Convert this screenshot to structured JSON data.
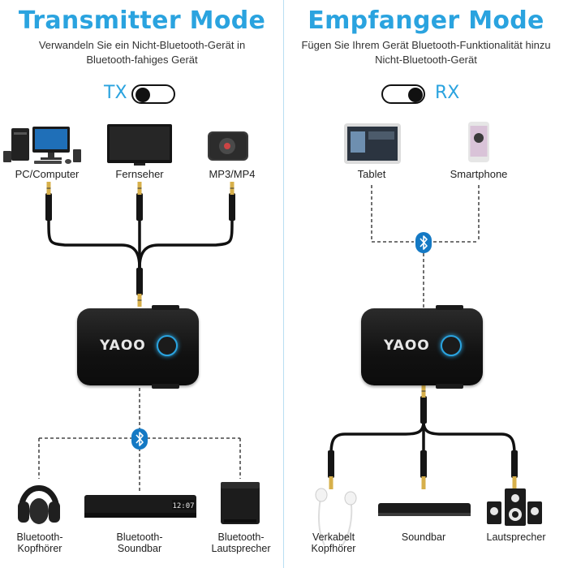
{
  "left": {
    "title": "Transmitter Mode",
    "subtitle": "Verwandeln Sie ein Nicht-Bluetooth-Gerät in Bluetooth-fahiges Gerät",
    "toggle_label": "TX",
    "sources": [
      "PC/Computer",
      "Fernseher",
      "MP3/MP4"
    ],
    "device_logo": "YAOO",
    "outputs": [
      "Bluetooth-\nKopfhörer",
      "Bluetooth-\nSoundbar",
      "Bluetooth-\nLautsprecher"
    ],
    "soundbar_display": "12:07"
  },
  "right": {
    "title": "Empfanger Mode",
    "subtitle": "Fügen Sie Ihrem Gerät Bluetooth-Funktionalität hinzu Nicht-Bluetooth-Gerät",
    "toggle_label": "RX",
    "sources": [
      "Tablet",
      "Smartphone"
    ],
    "device_logo": "YAOO",
    "outputs": [
      "Verkabelt\nKopfhörer",
      "Soundbar",
      "Lautsprecher"
    ]
  },
  "colors": {
    "accent": "#2aa3df",
    "bluetooth": "#1479c4",
    "device": "#111111"
  },
  "icons": [
    "bluetooth-icon",
    "computer-icon",
    "tv-icon",
    "mp3-player-icon",
    "tablet-icon",
    "smartphone-icon",
    "headphones-icon",
    "soundbar-icon",
    "speaker-icon",
    "earphones-icon"
  ]
}
